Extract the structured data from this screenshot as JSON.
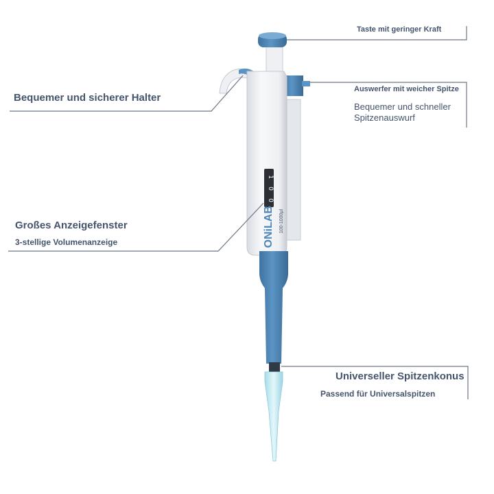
{
  "callouts": {
    "button": {
      "title": "Taste mit geringer Kraft"
    },
    "holder": {
      "title": "Bequemer und sicherer Halter"
    },
    "ejector": {
      "title": "Auswerfer mit weicher Spitze",
      "subtitle_line1": "Bequemer und schneller",
      "subtitle_line2": "Spitzenauswurf"
    },
    "display": {
      "title": "Großes Anzeigefenster",
      "subtitle": "3-stellige Volumenanzeige"
    },
    "tip_cone": {
      "title": "Universeller Spitzenkonus",
      "subtitle": "Passend für Universalspitzen"
    }
  },
  "product": {
    "brand": "ONiLAB",
    "volume_range": "100-1000µl",
    "display_digits": [
      "1",
      "0",
      "0"
    ]
  },
  "colors": {
    "accent_blue": "#4f87b8",
    "body_white": "#f3f4f6",
    "text": "#44546c",
    "line": "#6a7688",
    "tip": "#c9ecf4"
  }
}
